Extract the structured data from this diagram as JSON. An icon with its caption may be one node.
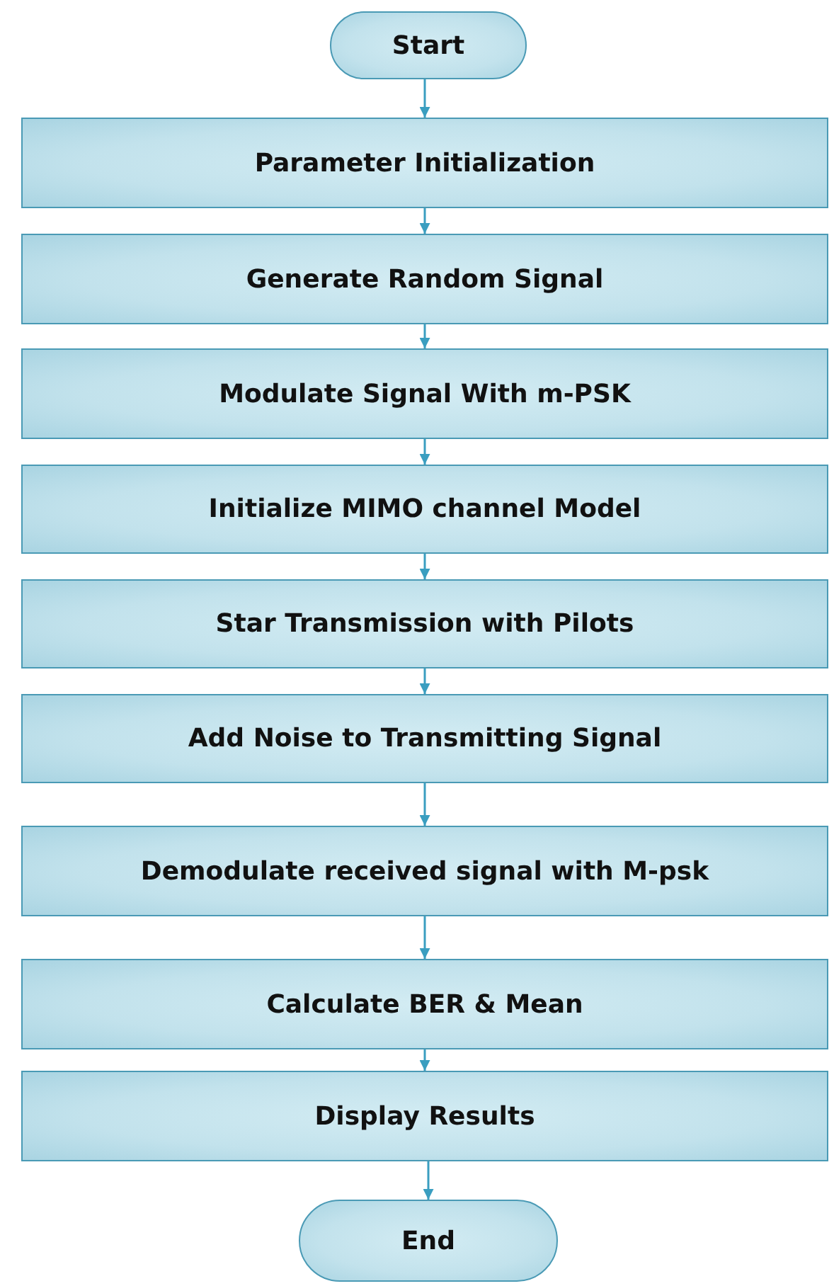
{
  "diagram": {
    "nodes": [
      {
        "text": [
          "Start"
        ]
      },
      {
        "text": [
          "Parameter Initialization"
        ]
      },
      {
        "text": [
          "Generate Random Signal"
        ]
      },
      {
        "text": [
          "Modulate Signal With m-PSK"
        ]
      },
      {
        "text": [
          "Initialize MIMO channel Model"
        ]
      },
      {
        "text": [
          "Star Transmission with Pilots"
        ]
      },
      {
        "text": [
          "Add Noise to Transmitting Signal"
        ]
      },
      {
        "text": [
          "Demodulate received signal with M-psk"
        ]
      },
      {
        "text": [
          "Calculate BER & Mean"
        ]
      },
      {
        "text": [
          "Display Results"
        ]
      },
      {
        "text": [
          "End"
        ]
      }
    ],
    "edges": [
      {
        "from": 0,
        "to": 1,
        "arrow": "to"
      },
      {
        "from": 1,
        "to": 2,
        "arrow": "to"
      },
      {
        "from": 2,
        "to": 3,
        "arrow": "to"
      },
      {
        "from": 3,
        "to": 4,
        "arrow": "to"
      },
      {
        "from": 4,
        "to": 5,
        "arrow": "to"
      },
      {
        "from": 5,
        "to": 6,
        "arrow": "to"
      },
      {
        "from": 6,
        "to": 7,
        "arrow": "to"
      },
      {
        "from": 7,
        "to": 8,
        "arrow": "to"
      },
      {
        "from": 8,
        "to": 9,
        "arrow": "to"
      },
      {
        "from": 9,
        "to": 10,
        "arrow": "to"
      }
    ]
  }
}
